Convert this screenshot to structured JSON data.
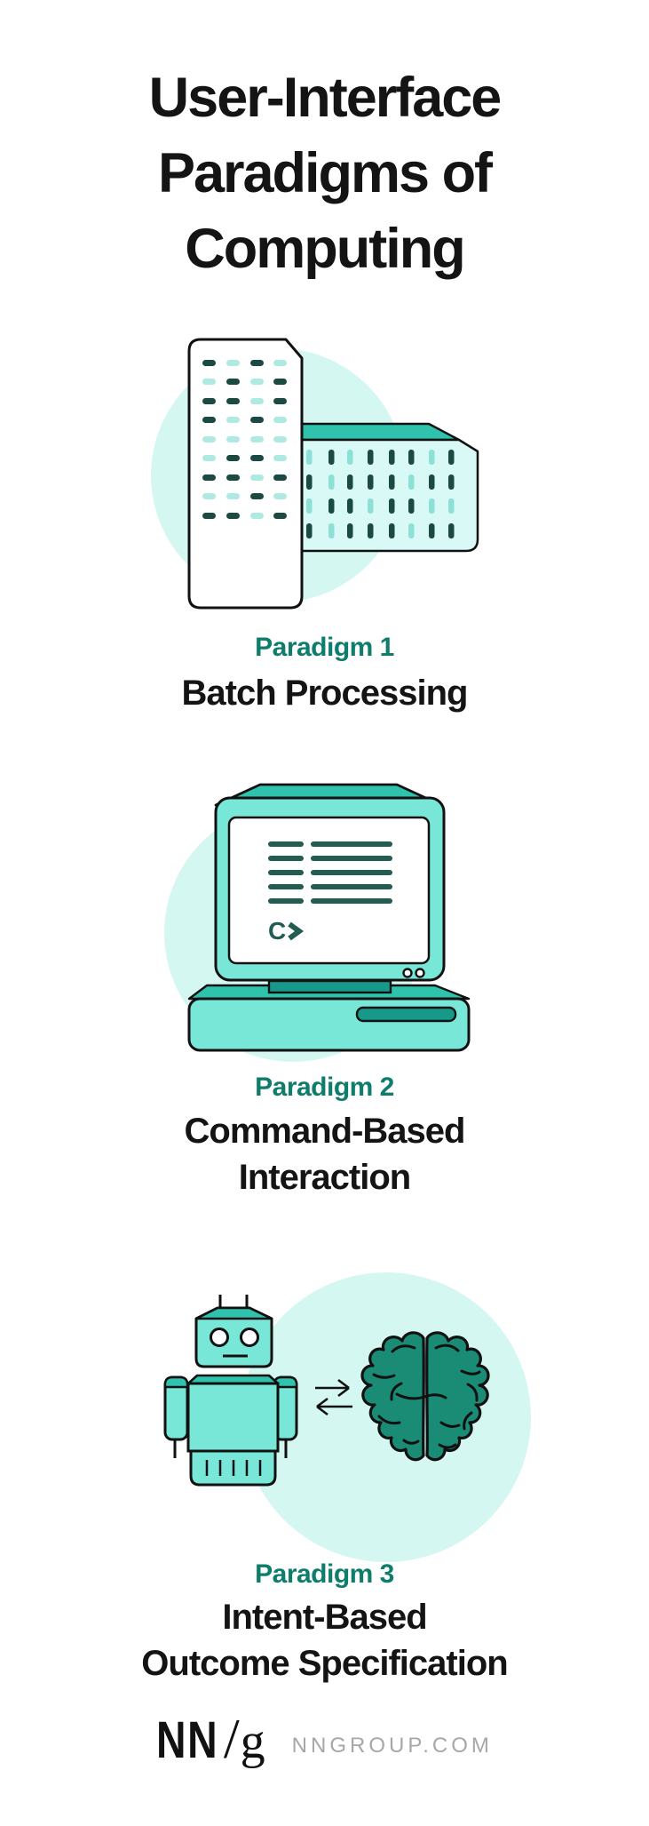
{
  "title": {
    "lines": [
      "User-Interface",
      "Paradigms of",
      "Computing"
    ]
  },
  "sections": [
    {
      "paradigm_label": "Paradigm 1",
      "title_lines": [
        "Batch Processing"
      ],
      "illustration": "punch-cards"
    },
    {
      "paradigm_label": "Paradigm 2",
      "title_lines": [
        "Command-Based",
        "Interaction"
      ],
      "illustration": "crt-terminal"
    },
    {
      "paradigm_label": "Paradigm 3",
      "title_lines": [
        "Intent-Based",
        "Outcome Specification"
      ],
      "illustration": "robot-and-brain"
    }
  ],
  "terminal": {
    "prompt": "C"
  },
  "footer": {
    "logo_nn": "NN",
    "logo_slash": "/",
    "logo_g": "g",
    "website": "NNGROUP.COM"
  },
  "colors": {
    "label_teal": "#0E7D6C",
    "text_black": "#141414",
    "circle_bg": "#D5F7F2",
    "fill_light_turquoise": "#79E7D8",
    "fill_medium_teal": "#2FC3AD",
    "fill_dark_slot": "#17998A",
    "punch_dark": "#1B4A42",
    "punch_light_on_white": "#AEEAE2",
    "punch_light_on_teal": "#8CE0D5",
    "hcard_body": "#D8F9F5",
    "screen_line": "#215D52",
    "brain_fill": "#1A8C76",
    "website_gray": "#A7A7A7"
  }
}
